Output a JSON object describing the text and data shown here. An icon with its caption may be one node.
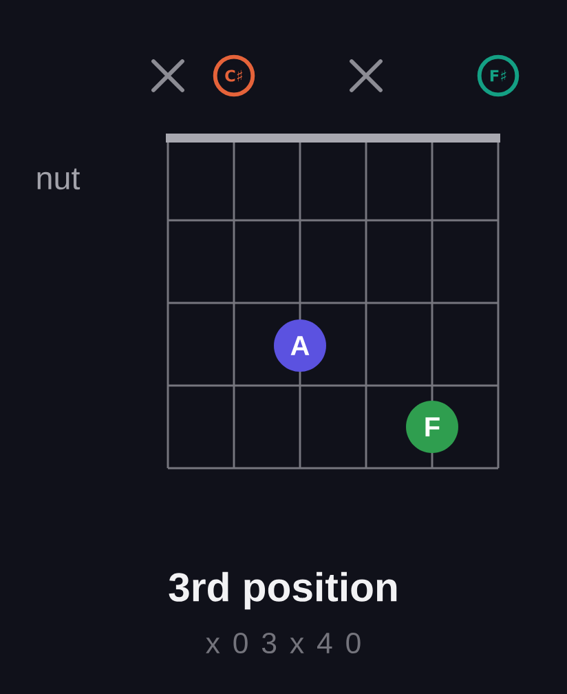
{
  "diagram": {
    "title": "3rd position",
    "nodes": [
      {
        "text": [
          "C♯"
        ]
      },
      {
        "text": [
          "F♯"
        ]
      },
      {
        "text": [
          "A"
        ]
      },
      {
        "text": [
          "F"
        ]
      }
    ],
    "labels": [
      "nut",
      "x 0 3 x 4 0"
    ]
  }
}
